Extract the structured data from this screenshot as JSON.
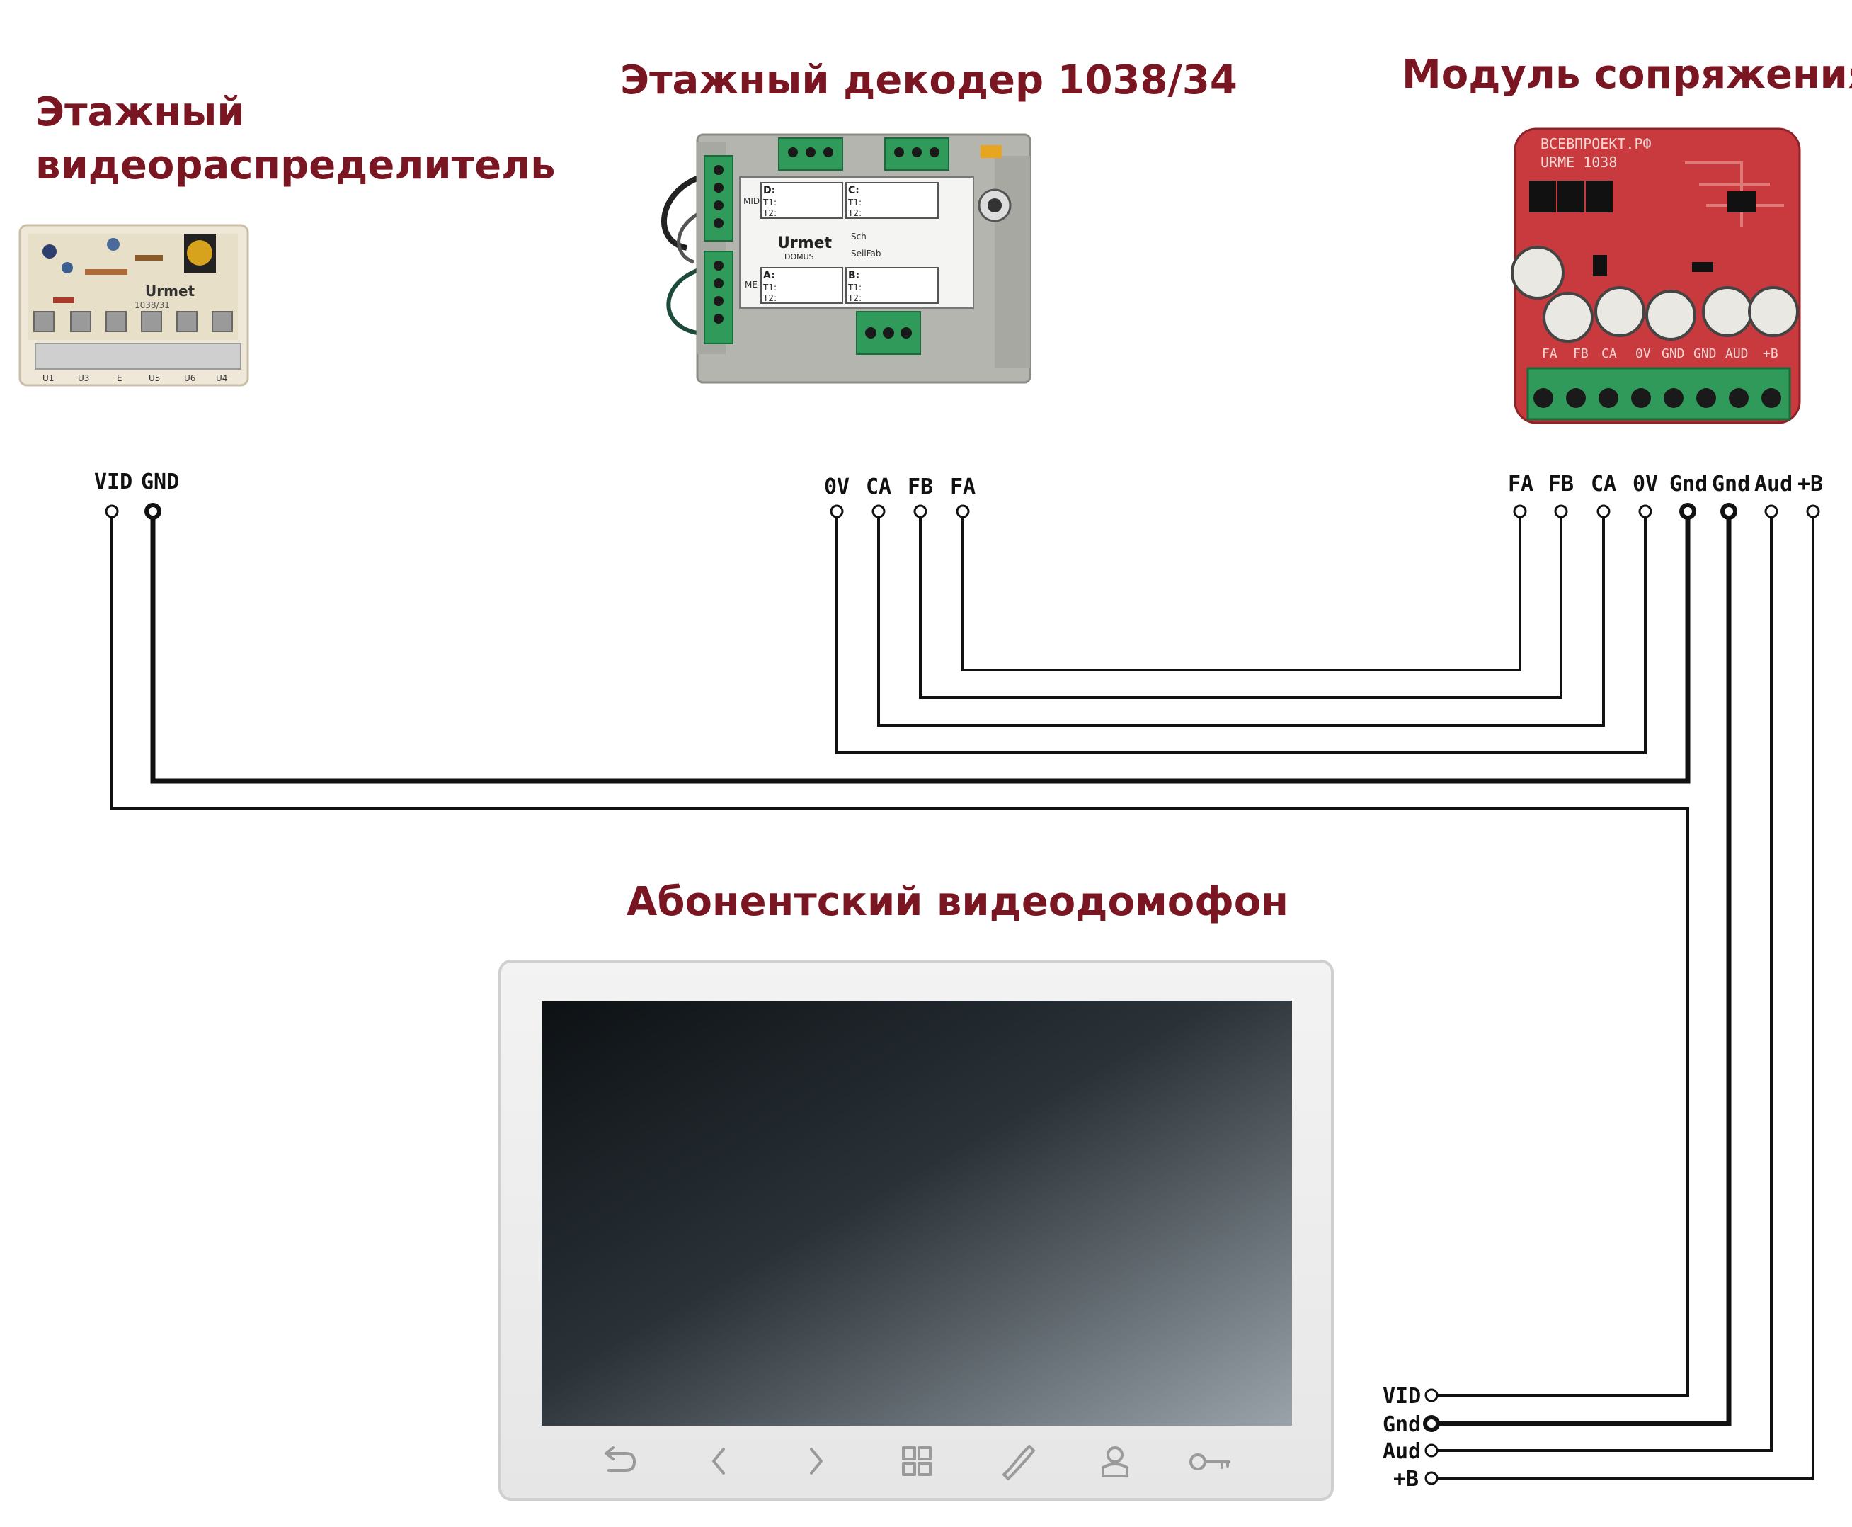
{
  "titles": {
    "distributor_line1": "Этажный",
    "distributor_line2": "видеораспределитель",
    "decoder": "Этажный декодер 1038/34",
    "module": "Модуль сопряжения",
    "monitor": "Абонентский видеодомофон"
  },
  "distributor": {
    "terminals": [
      "VID",
      "GND"
    ],
    "board_brand": "Urmet",
    "board_text": "1038/31",
    "port_labels": [
      "U1",
      "U3",
      "E",
      "U5",
      "U6",
      "U4"
    ]
  },
  "decoder": {
    "terminals": [
      "0V",
      "CA",
      "FB",
      "FA"
    ],
    "brand": "Urmet",
    "sub_brand": "DOMUS",
    "label_D": "D:",
    "label_C": "C:",
    "label_A": "A:",
    "label_B": "B:",
    "label_T1": "T1:",
    "label_T2": "T2:",
    "label_MID": "MID",
    "label_ME": "ME",
    "label_sch": "Sch",
    "label_sellfab": "SellFab"
  },
  "module": {
    "terminals": [
      "FA",
      "FB",
      "CA",
      "0V",
      "Gnd",
      "Gnd",
      "Aud",
      "+B"
    ],
    "board_line1": "ВСЕВПРОЕКТ.РФ",
    "board_line2": "URME 1038",
    "silk_labels": [
      "FA",
      "FB",
      "CA",
      "0V",
      "GND",
      "GND",
      "AUD",
      "+B"
    ]
  },
  "monitor": {
    "terminals": [
      "VID",
      "Gnd",
      "Aud",
      "+B"
    ],
    "buttons": [
      "back-icon",
      "prev-icon",
      "next-icon",
      "menu-grid-icon",
      "handset-icon",
      "user-icon",
      "key-icon"
    ]
  },
  "colors": {
    "title": "#7a1622",
    "wire": "#111111",
    "pcb_red": "#c83a3e",
    "terminal_green": "#2f9a5a"
  }
}
